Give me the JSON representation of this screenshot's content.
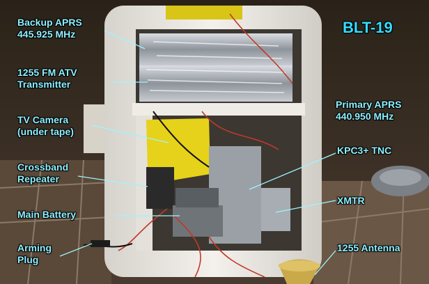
{
  "title": "BLT-19",
  "labels": {
    "backup_aprs": "Backup APRS\n445.925 MHz",
    "atv_transmitter": "1255 FM ATV\nTransmitter",
    "tv_camera": "TV Camera\n(under tape)",
    "crossband_repeater": "Crossband\nRepeater",
    "main_battery": "Main Battery",
    "arming_plug": "Arming\nPlug",
    "primary_aprs": "Primary APRS\n440.950 MHz",
    "tnc": "KPC3+ TNC",
    "xmtr": "XMTR",
    "antenna": "1255 Antenna"
  },
  "colors": {
    "label_text": "#8ff0ff",
    "title_text": "#33ddff",
    "foam": "#ece8e2",
    "foil": "#b8bcc2",
    "tape": "#e6d21a",
    "background_floor": "#3a2f28"
  }
}
